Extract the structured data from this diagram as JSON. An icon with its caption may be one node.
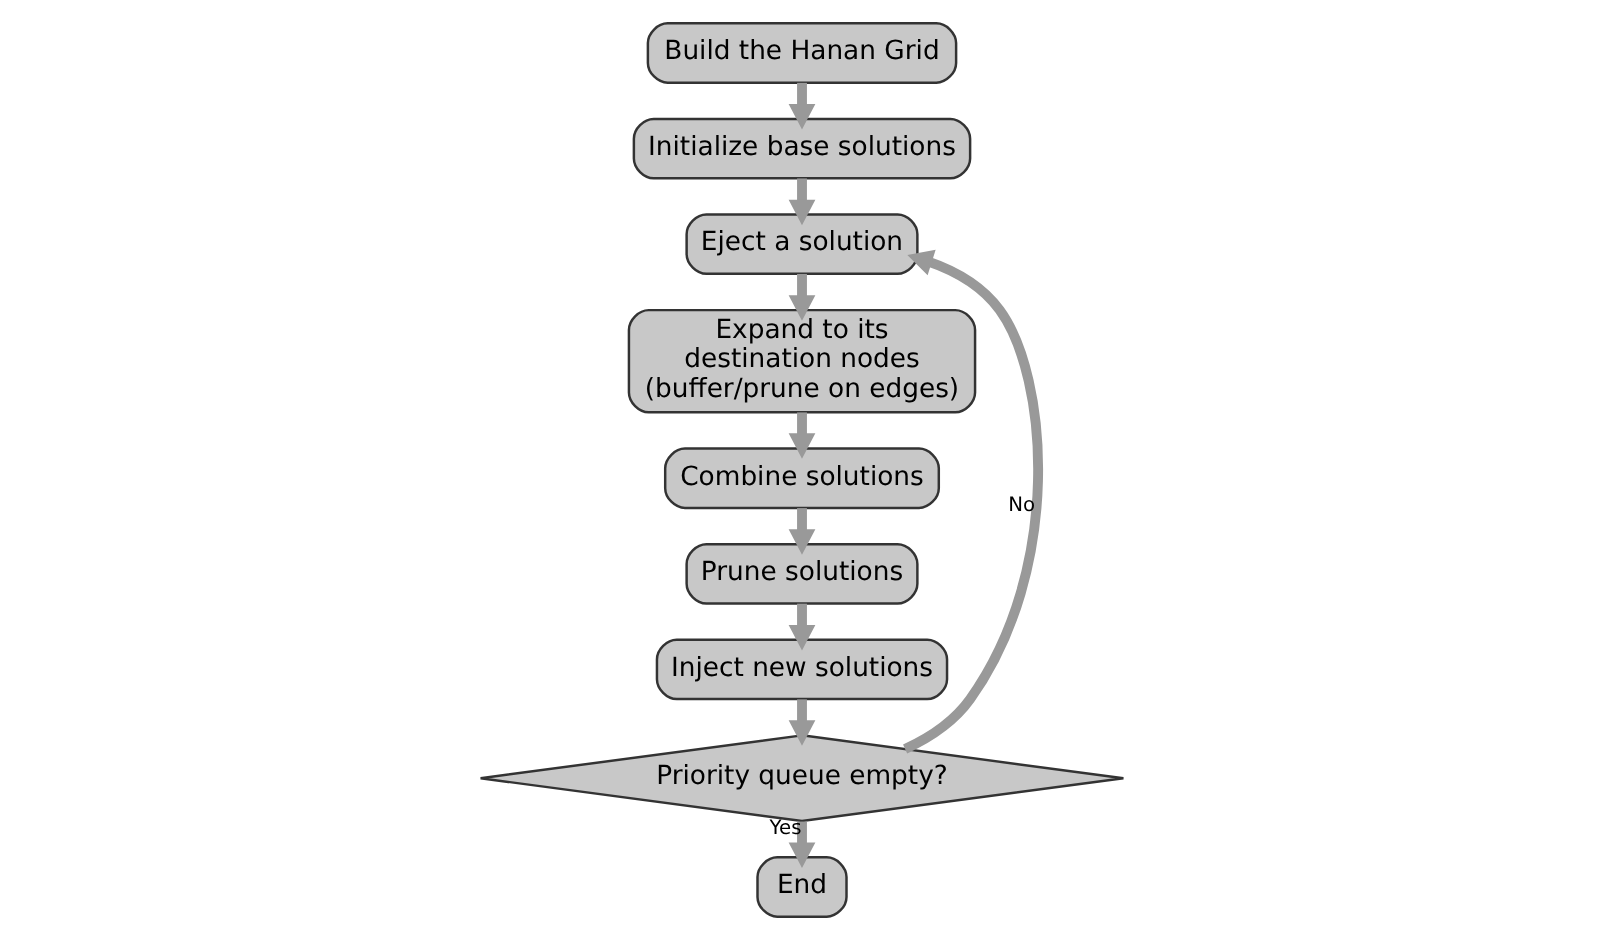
{
  "diagram": {
    "nodes": [
      {
        "text": [
          "Build the Hanan Grid"
        ]
      },
      {
        "text": [
          "Initialize base solutions"
        ]
      },
      {
        "text": [
          "Eject a solution"
        ]
      },
      {
        "text": [
          "Expand to its destination nodes (buffer/prune on edges)"
        ]
      },
      {
        "text": [
          "Combine solutions"
        ]
      },
      {
        "text": [
          "Prune solutions"
        ]
      },
      {
        "text": [
          "Inject new solutions"
        ]
      },
      {
        "text": [
          "Priority queue empty?"
        ]
      },
      {
        "text": [
          "End"
        ]
      }
    ],
    "edges": [
      {
        "from": 0,
        "to": 1,
        "arrow": "to"
      },
      {
        "from": 1,
        "to": 2,
        "arrow": "to"
      },
      {
        "from": 2,
        "to": 3,
        "arrow": "to"
      },
      {
        "from": 3,
        "to": 4,
        "arrow": "to"
      },
      {
        "from": 4,
        "to": 5,
        "arrow": "to"
      },
      {
        "from": 5,
        "to": 6,
        "arrow": "to"
      },
      {
        "from": 6,
        "to": 7,
        "arrow": "to"
      },
      {
        "from": 7,
        "to": 2,
        "label": "No",
        "arrow": "to"
      },
      {
        "from": 7,
        "to": 8,
        "label": "Yes",
        "arrow": "to"
      }
    ]
  }
}
